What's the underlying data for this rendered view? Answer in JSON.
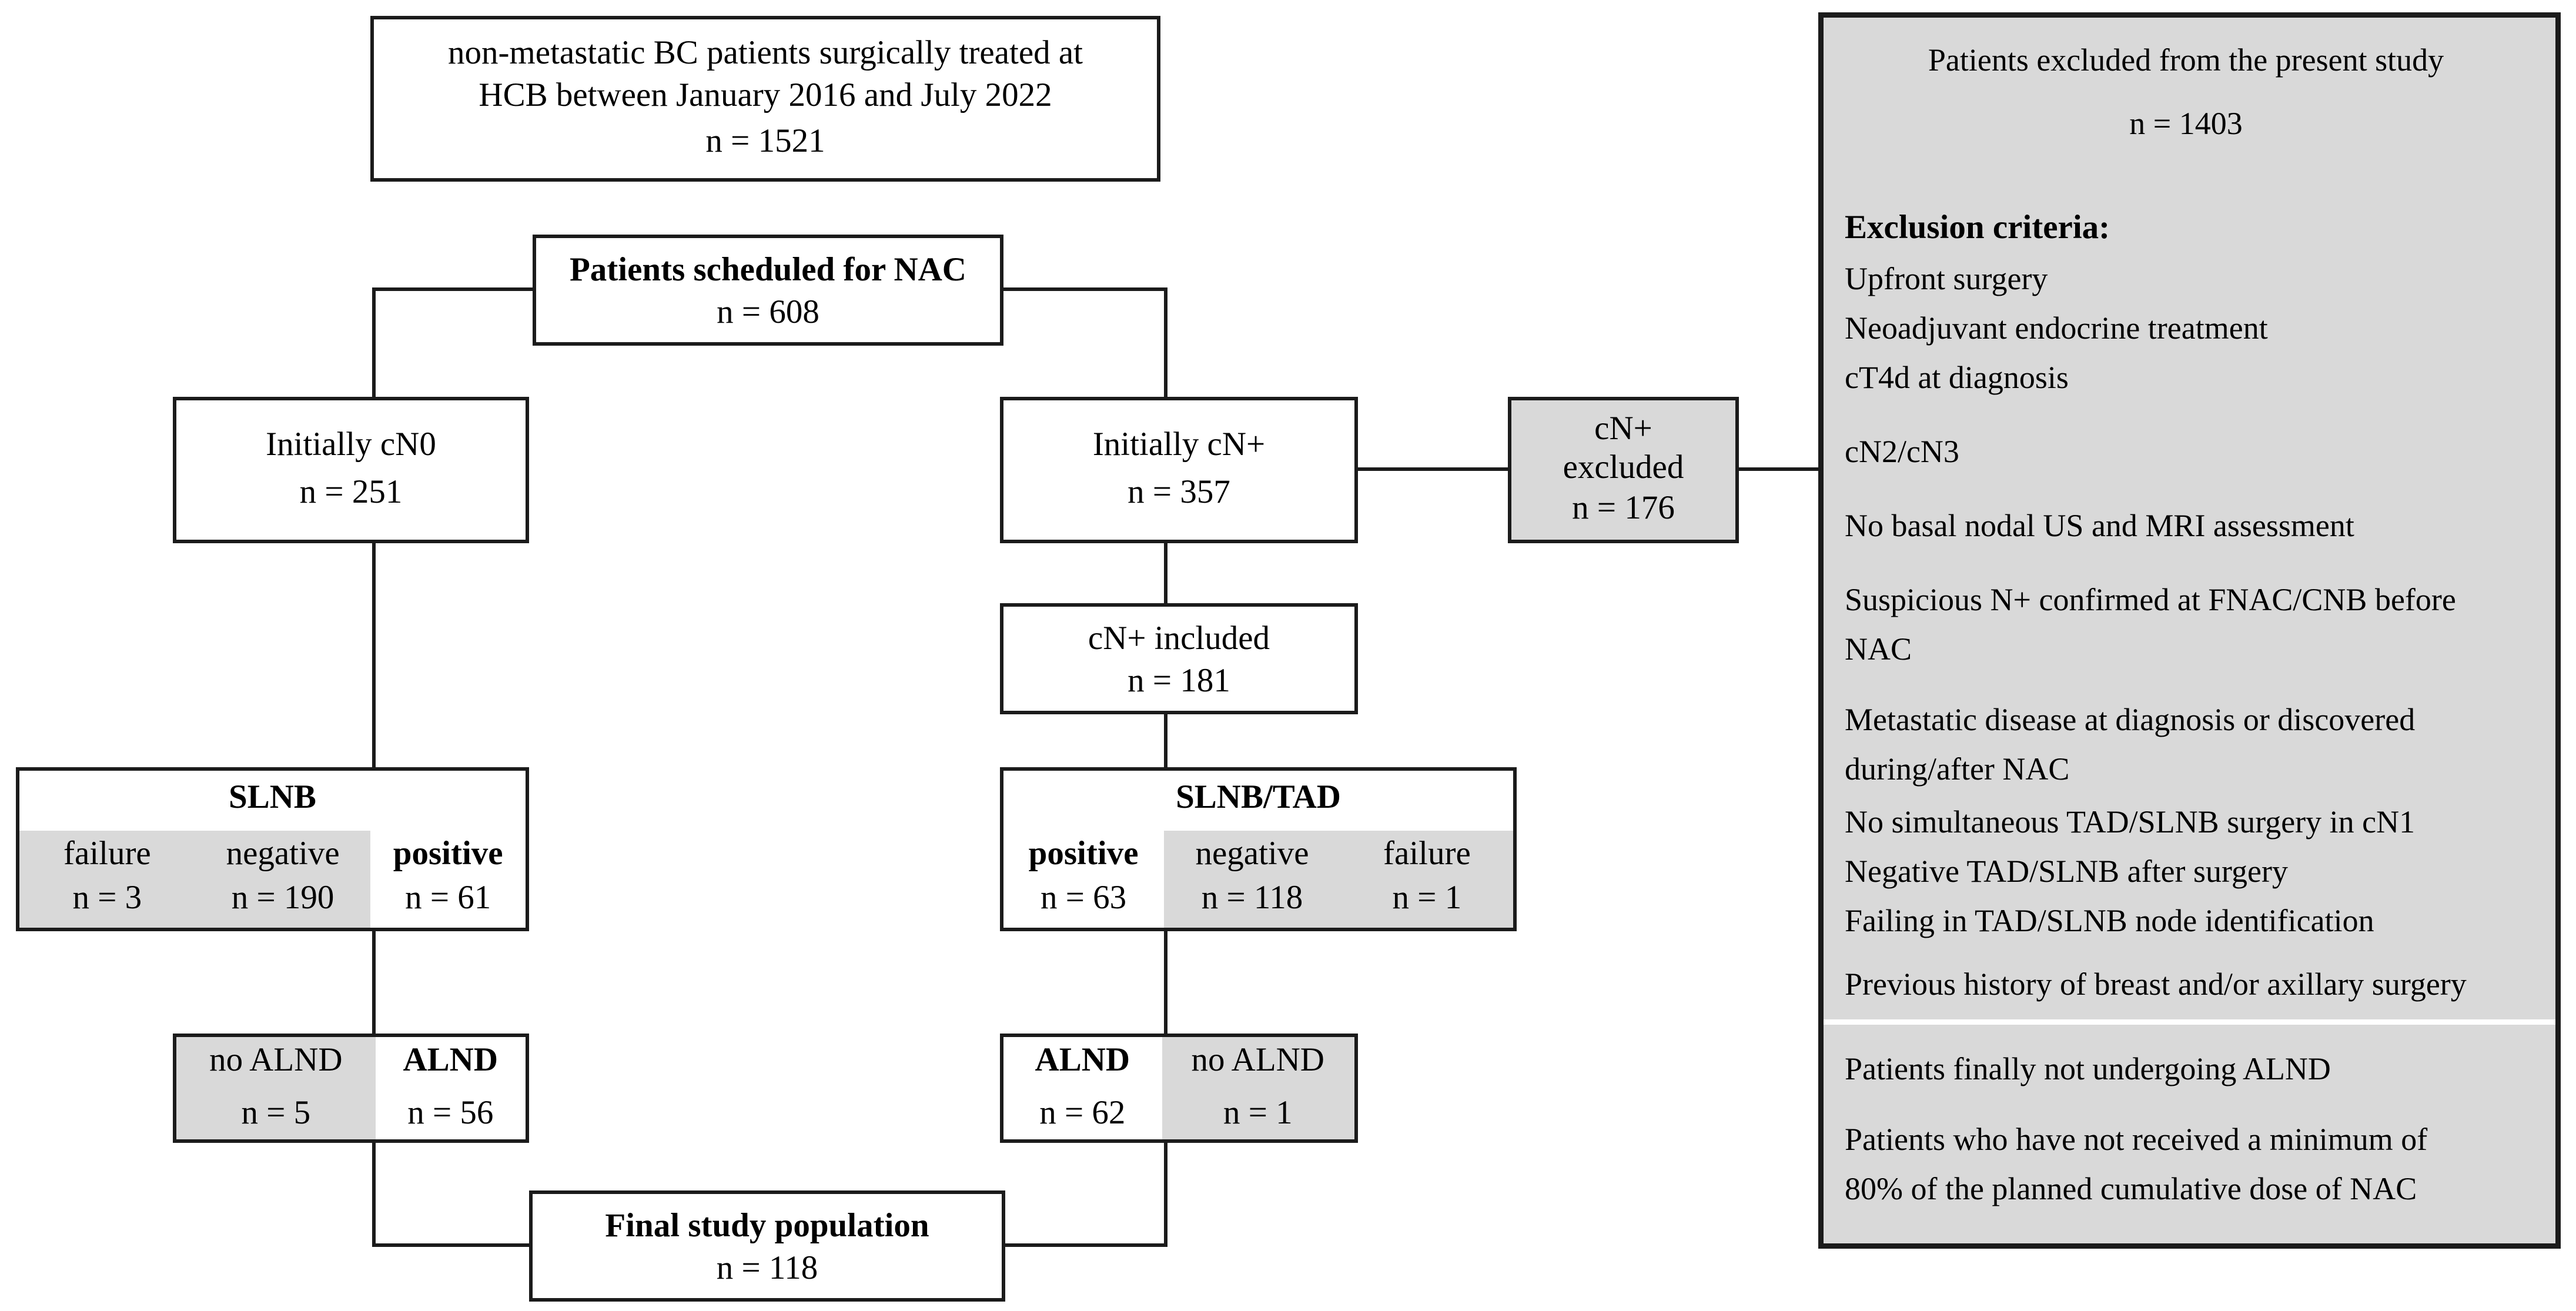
{
  "diagram": {
    "source_box": {
      "lines": [
        "non-metastatic BC patients surgically treated at",
        "HCB between January 2016 and July 2022"
      ],
      "n": "n = 1521"
    },
    "nac_box": {
      "title": "Patients scheduled for NAC",
      "n": "n = 608"
    },
    "cn0_box": {
      "title": "Initially cN0",
      "n": "n = 251"
    },
    "cnplus_box": {
      "title": "Initially cN+",
      "n": "n = 357"
    },
    "cnplus_excluded_box": {
      "lines": [
        "cN+",
        "excluded"
      ],
      "n": "n = 176"
    },
    "cnplus_included_box": {
      "title": "cN+ included",
      "n": "n = 181"
    },
    "slnb_box": {
      "title": "SLNB",
      "columns": [
        {
          "label": "failure",
          "n": "n = 3"
        },
        {
          "label": "negative",
          "n": "n = 190"
        },
        {
          "label": "positive",
          "n": "n = 61"
        }
      ]
    },
    "slnb_tad_box": {
      "title": "SLNB/TAD",
      "columns": [
        {
          "label": "positive",
          "n": "n = 63"
        },
        {
          "label": "negative",
          "n": "n = 118"
        },
        {
          "label": "failure",
          "n": "n = 1"
        }
      ]
    },
    "alnd_left_box": {
      "cells": [
        {
          "label": "no ALND",
          "n": "n = 5"
        },
        {
          "label": "ALND",
          "n": "n = 56"
        }
      ]
    },
    "alnd_right_box": {
      "cells": [
        {
          "label": "ALND",
          "n": "n = 62"
        },
        {
          "label": "no ALND",
          "n": "n = 1"
        }
      ]
    },
    "final_box": {
      "title": "Final study population",
      "n": "n = 118"
    }
  },
  "exclusion_panel": {
    "title": "Patients excluded from the present study",
    "n": "n = 1403",
    "heading": "Exclusion criteria:",
    "criteria": [
      "Upfront surgery",
      "Neoadjuvant endocrine treatment",
      "cT4d at diagnosis",
      "cN2/cN3",
      "No basal nodal US and MRI assessment",
      [
        "Suspicious N+ confirmed at FNAC/CNB before",
        "NAC"
      ],
      [
        "Metastatic disease at diagnosis or discovered",
        "during/after NAC"
      ],
      "No simultaneous TAD/SLNB surgery in cN1",
      "Negative TAD/SLNB after surgery",
      "Failing in TAD/SLNB node identification",
      "Previous history of breast and/or axillary surgery"
    ],
    "footer": {
      "no_alnd": "Patients finally not undergoing ALND",
      "dose_lines": [
        "Patients who have not received a minimum of",
        "80% of the planned cumulative dose of NAC"
      ]
    }
  },
  "colors": {
    "gray_fill": "#d9d9d9",
    "border": "#1b1b1b",
    "background": "#ffffff"
  }
}
